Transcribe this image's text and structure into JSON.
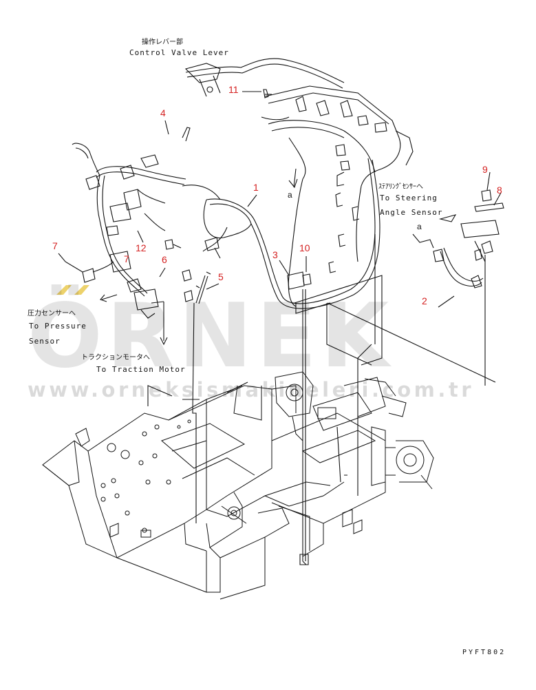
{
  "labels": {
    "control_valve_jp": "操作レバー部",
    "control_valve_en": "Control Valve Lever",
    "steering_jp": "ｽﾃｱﾘﾝｸﾞｾﾝｻｰへ",
    "steering_en_1": "To Steering",
    "steering_en_2": "Angle Sensor",
    "pressure_jp": "圧力センサーへ",
    "pressure_en_1": "To Pressure",
    "pressure_en_2": "Sensor",
    "traction_jp": "トラクションモータへ",
    "traction_en": "To Traction Motor"
  },
  "callouts": {
    "n1": "1",
    "n2": "2",
    "n3": "3",
    "n4": "4",
    "n5": "5",
    "n6": "6",
    "n7a": "7",
    "n7b": "7",
    "n8": "8",
    "n9": "9",
    "n10": "10",
    "n11": "11",
    "n12": "12",
    "a1": "a",
    "a2": "a"
  },
  "watermark": {
    "word": "ÖRNEK",
    "url": "www.orneksismakineleri.com.tr"
  },
  "drawing_code": "PYFT802",
  "colors": {
    "callout": "#d42020",
    "line": "#111111",
    "watermark": "#000000"
  }
}
